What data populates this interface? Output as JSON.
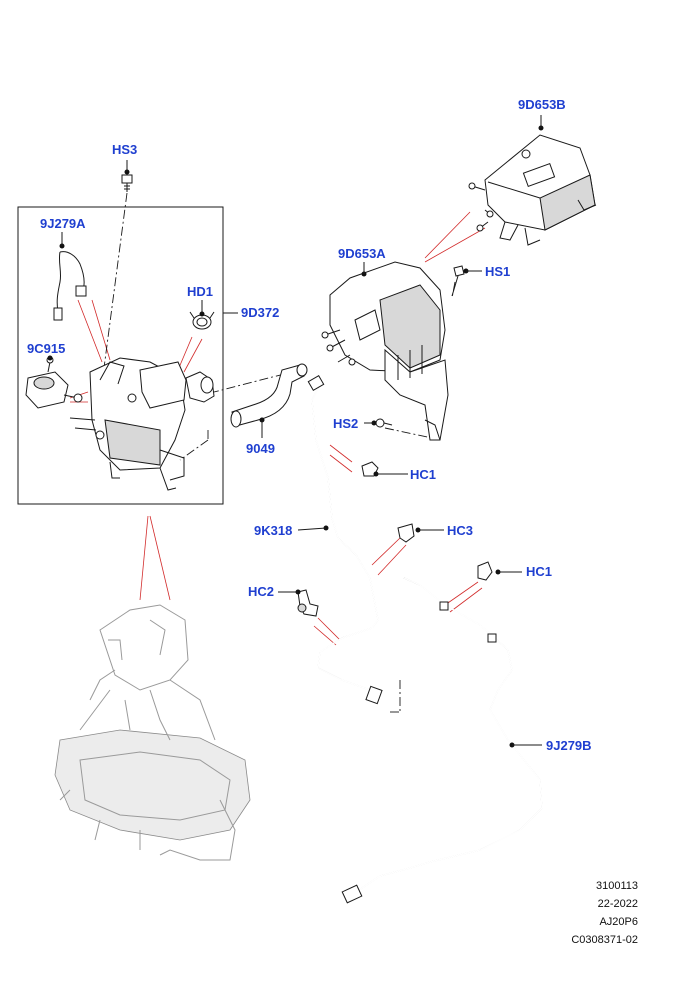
{
  "callouts": {
    "c_9d653b": "9D653B",
    "c_hs3": "HS3",
    "c_9j279a": "9J279A",
    "c_9d653a": "9D653A",
    "c_hs1": "HS1",
    "c_hd1": "HD1",
    "c_9d372": "9D372",
    "c_9c915": "9C915",
    "c_hs2": "HS2",
    "c_9049": "9049",
    "c_hc1a": "HC1",
    "c_9k318": "9K318",
    "c_hc3": "HC3",
    "c_hc1b": "HC1",
    "c_hc2": "HC2",
    "c_9j279b": "9J279B"
  },
  "footer": {
    "line1": "3100113",
    "line2": "22-2022",
    "line3": "AJ20P6",
    "line4": "C0308371-02"
  },
  "colors": {
    "callout_text": "#1f3fd0",
    "leader_red": "#d22a2a",
    "line_art": "#1a1a1a"
  }
}
